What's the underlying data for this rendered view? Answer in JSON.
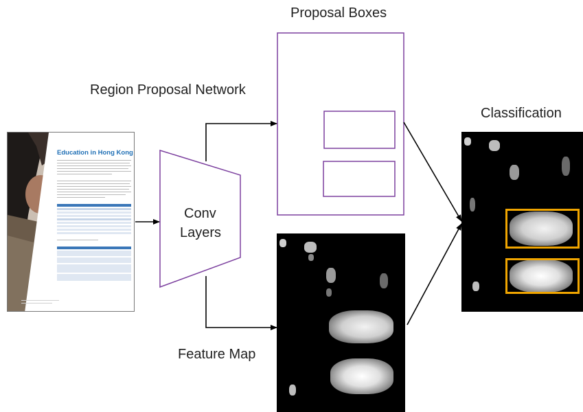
{
  "labels": {
    "proposal_boxes": "Proposal Boxes",
    "region_proposal_network": "Region Proposal Network",
    "classification": "Classification",
    "conv_layers_line1": "Conv",
    "conv_layers_line2": "Layers",
    "feature_map": "Feature Map"
  },
  "document": {
    "title": "Education in Hong Kong"
  },
  "colors": {
    "box_stroke": "#7b3f9e",
    "arrow": "#000000",
    "highlight": "#f0a500",
    "doc_title": "#1f6fb5"
  }
}
